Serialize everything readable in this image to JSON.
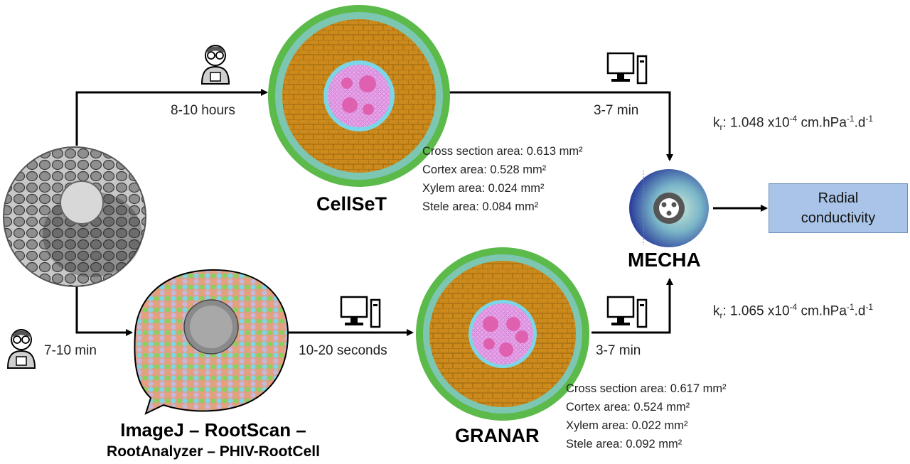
{
  "times": {
    "top_left": "8-10 hours",
    "top_right": "3-7 min",
    "bottom_person": "7-10 min",
    "bottom_middle": "10-20 seconds",
    "bottom_right": "3-7 min"
  },
  "tools": {
    "cellset": "CellSeT",
    "granar": "GRANAR",
    "mecha": "MECHA",
    "imagej_line1": "ImageJ – RootScan –",
    "imagej_line2": "RootAnalyzer – PHIV-RootCell"
  },
  "stats_top": {
    "cross": "Cross section area: 0.613 mm²",
    "cortex": "Cortex area: 0.528 mm²",
    "xylem": "Xylem area: 0.024 mm²",
    "stele": "Stele area: 0.084 mm²"
  },
  "stats_bottom": {
    "cross": "Cross section area: 0.617 mm²",
    "cortex": "Cortex area: 0.524 mm²",
    "xylem": "Xylem area: 0.022 mm²",
    "stele": "Stele area: 0.092 mm²"
  },
  "kr_top": {
    "k": "k",
    "sub": "r",
    "a": ": 1.048 x10",
    "e1": "-4",
    "b": " cm.hPa",
    "e2": "-1",
    "c": ".d",
    "e3": "-1"
  },
  "kr_bottom": {
    "k": "k",
    "sub": "r",
    "a": ": 1.065 x10",
    "e1": "-4",
    "b": " cm.hPa",
    "e2": "-1",
    "c": ".d",
    "e3": "-1"
  },
  "output_box": {
    "line1": "Radial",
    "line2": "conductivity"
  },
  "icons": [
    "person-icon",
    "computer-icon"
  ],
  "colors": {
    "cortex": "#cc8a1c",
    "epidermis": "#5cba4a",
    "exodermis": "#7cc6b2",
    "stele": "#e694e6",
    "xylem": "#e060b0",
    "box_fill": "#a9c4e8",
    "arrow": "#000000"
  }
}
